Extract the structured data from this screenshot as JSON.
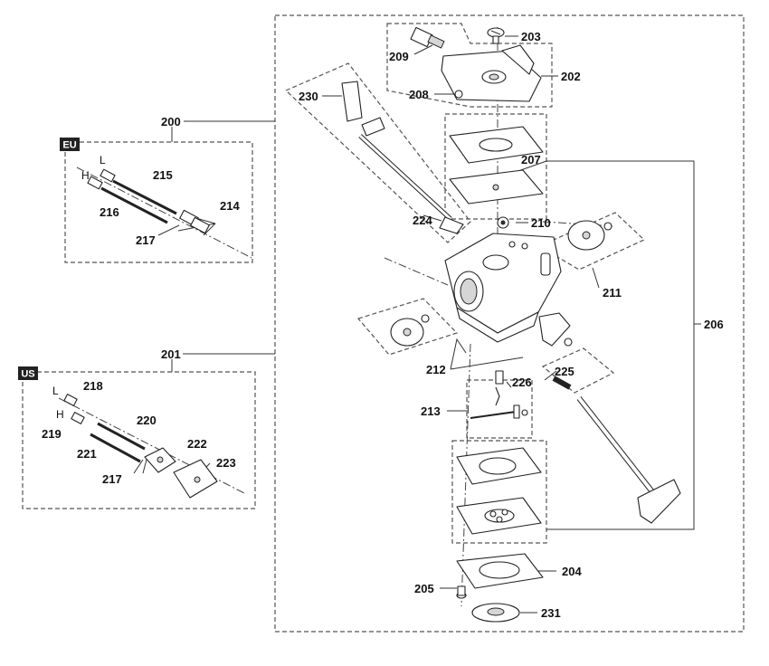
{
  "regions": {
    "eu": "EU",
    "us": "US"
  },
  "adjust_letters": {
    "eu_low": "L",
    "eu_high": "H",
    "us_low": "L",
    "us_high": "H"
  },
  "callouts": {
    "p200": "200",
    "p201": "201",
    "p202": "202",
    "p203": "203",
    "p204": "204",
    "p205": "205",
    "p206": "206",
    "p207": "207",
    "p208": "208",
    "p209": "209",
    "p210": "210",
    "p211": "211",
    "p212": "212",
    "p213": "213",
    "p214": "214",
    "p215": "215",
    "p216": "216",
    "p217_eu": "217",
    "p217_us": "217",
    "p218": "218",
    "p219": "219",
    "p220": "220",
    "p221": "221",
    "p222": "222",
    "p223": "223",
    "p224": "224",
    "p225": "225",
    "p226": "226",
    "p230": "230",
    "p231": "231"
  }
}
